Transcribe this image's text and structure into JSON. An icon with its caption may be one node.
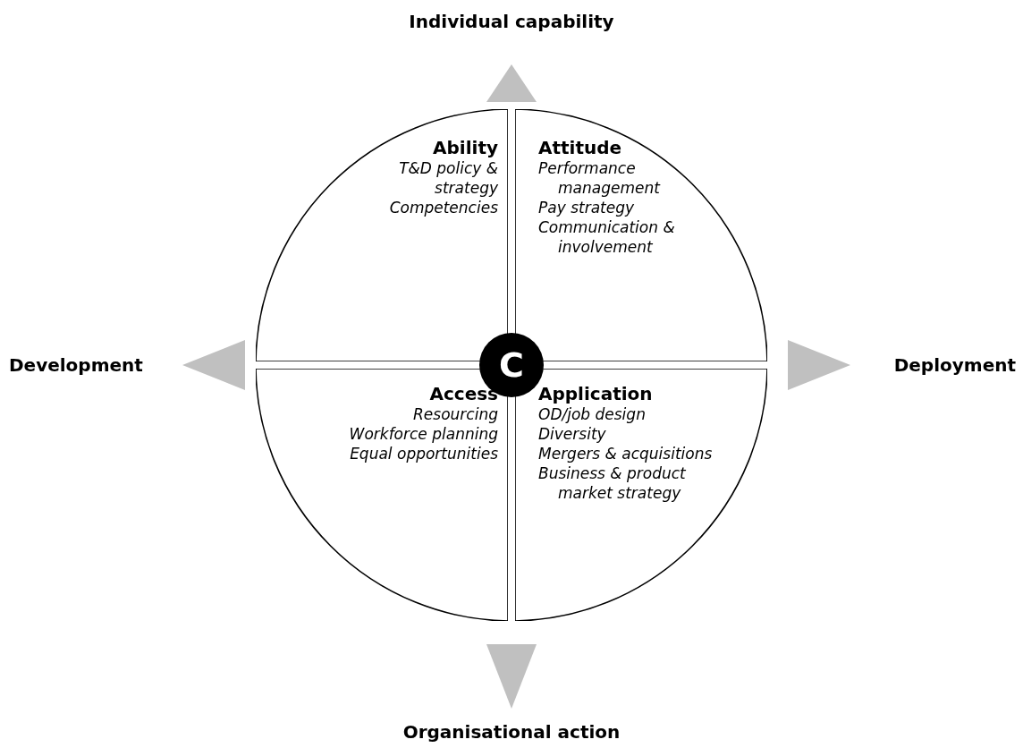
{
  "diagram": {
    "nodes": [
      {
        "text": [
          "Ability",
          "T&D policy & strategy",
          "Competencies"
        ]
      },
      {
        "text": [
          "Attitude",
          "Performance management",
          "Pay strategy",
          "Communication & involvement"
        ]
      },
      {
        "text": [
          "Access",
          "Resourcing",
          "Workforce planning",
          "Equal opportunities"
        ]
      },
      {
        "text": [
          "Application",
          "OD/job design",
          "Diversity",
          "Mergers & acquisitions",
          "Business & product market strategy"
        ]
      },
      {
        "text": [
          "C"
        ]
      }
    ],
    "labels": [
      "Individual capability",
      "Development",
      "Deployment",
      "Organisational action"
    ]
  }
}
